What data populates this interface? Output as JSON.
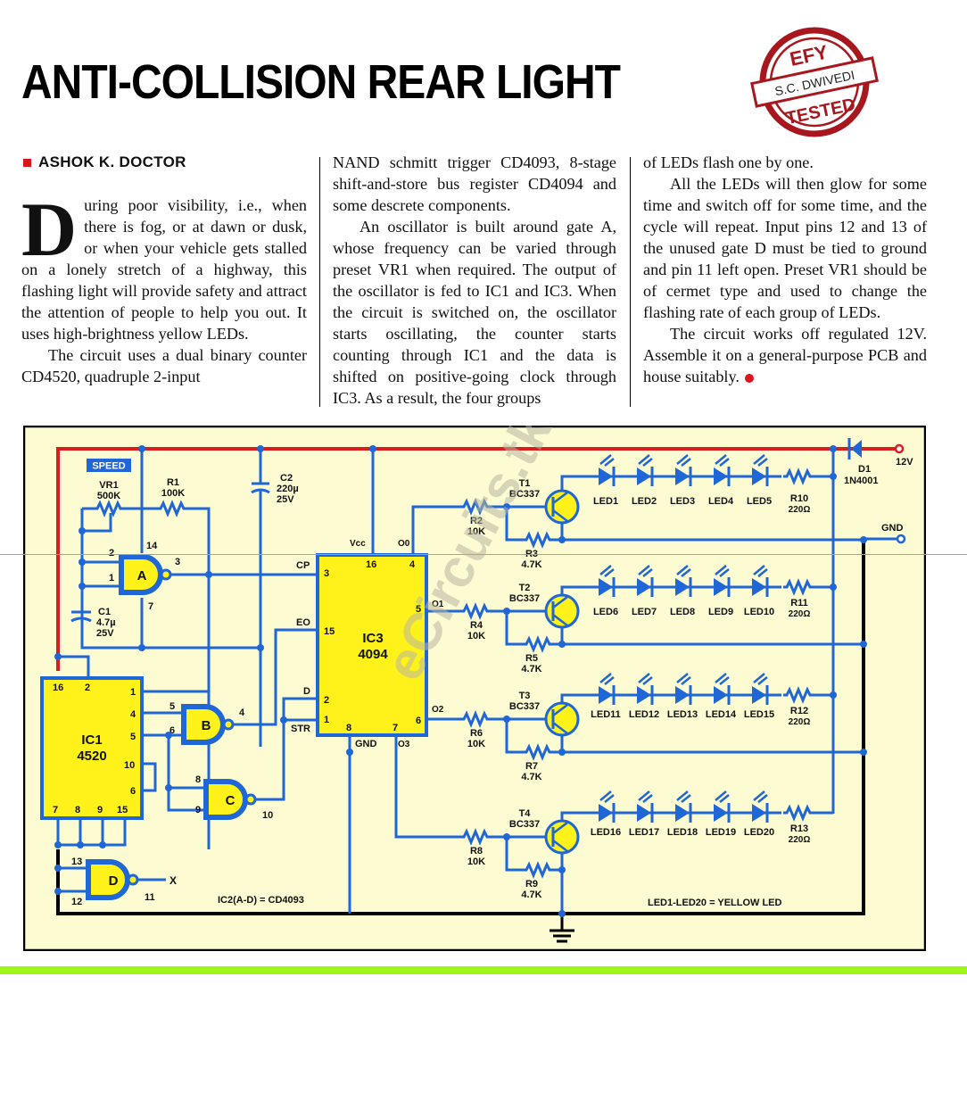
{
  "article": {
    "title": "ANTI-COLLISION REAR LIGHT",
    "author": "ASHOK K. DOCTOR",
    "stamp": {
      "top": "EFY",
      "middle": "S.C. DWIVEDI",
      "bottom": "TESTED"
    },
    "dropcap": "D",
    "col1": {
      "p1": "uring poor visibility, i.e., when there is fog, or at dawn or dusk, or when your vehicle gets stalled on a lonely stretch of a highway, this flashing light will provide safety and attract the attention of people to help you out. It uses high-brightness yellow LEDs.",
      "p2": "The circuit uses a dual binary counter CD4520, quadruple 2-input"
    },
    "col2": {
      "p1": "NAND schmitt trigger CD4093, 8-stage shift-and-store bus register CD4094 and some descrete components.",
      "p2": "An oscillator is built around gate A, whose frequency can be varied through preset VR1 when required. The output of the oscillator is fed to IC1 and IC3. When the circuit is switched on, the oscillator starts oscillating, the counter starts counting through IC1 and the data is shifted on positive-going clock through IC3. As a result, the four groups"
    },
    "col3": {
      "p1": "of LEDs flash one by one.",
      "p2": "All the LEDs will then glow for some time and switch off for some time, and the cycle will repeat. Input pins 12 and 13 of the unused gate D must be tied to ground and pin 11 left open. Preset VR1 should be of cermet type and used to change the flashing rate of each group of LEDs.",
      "p3": "The circuit works off regulated 12V. Assemble it on a general-purpose PCB and house suitably."
    }
  },
  "schematic": {
    "speed_label": "SPEED",
    "vr1": {
      "name": "VR1",
      "value": "500K"
    },
    "r1": {
      "name": "R1",
      "value": "100K"
    },
    "c1": {
      "name": "C1",
      "value": "4.7µ",
      "voltage": "25V"
    },
    "c2": {
      "name": "C2",
      "value": "220µ",
      "voltage": "25V"
    },
    "gates": {
      "a": {
        "name": "A",
        "pins": [
          "2",
          "1",
          "3",
          "14",
          "7"
        ]
      },
      "b": {
        "name": "B",
        "pins": [
          "5",
          "6",
          "4"
        ]
      },
      "c": {
        "name": "C",
        "pins": [
          "8",
          "9",
          "10"
        ]
      },
      "d": {
        "name": "D",
        "pins": [
          "13",
          "12",
          "11"
        ],
        "output": "X"
      }
    },
    "ic1": {
      "name": "IC1",
      "part": "4520",
      "pins": [
        "16",
        "2",
        "1",
        "4",
        "5",
        "10",
        "6",
        "7",
        "8",
        "9",
        "15"
      ]
    },
    "ic3": {
      "name": "IC3",
      "part": "4094",
      "pins": {
        "cp": "3",
        "eo": "15",
        "d": "2",
        "str": "1",
        "vcc": "16",
        "gnd": "8",
        "o0": "4",
        "o1": "5",
        "o2": "6",
        "o3": "7"
      },
      "labels": {
        "cp": "CP",
        "eo": "EO",
        "d": "D",
        "str": "STR",
        "vcc": "Vcc",
        "gnd": "GND",
        "o0": "O0",
        "o1": "O1",
        "o2": "O2",
        "o3": "O3"
      }
    },
    "channels": [
      {
        "t": "T1",
        "tpart": "BC337",
        "rb": "R2",
        "rbv": "10K",
        "rbe": "R3",
        "rbev": "4.7K",
        "rc": "R10",
        "rcv": "220Ω",
        "leds": [
          "LED1",
          "LED2",
          "LED3",
          "LED4",
          "LED5"
        ]
      },
      {
        "t": "T2",
        "tpart": "BC337",
        "rb": "R4",
        "rbv": "10K",
        "rbe": "R5",
        "rbev": "4.7K",
        "rc": "R11",
        "rcv": "220Ω",
        "leds": [
          "LED6",
          "LED7",
          "LED8",
          "LED9",
          "LED10"
        ]
      },
      {
        "t": "T3",
        "tpart": "BC337",
        "rb": "R6",
        "rbv": "10K",
        "rbe": "R7",
        "rbev": "4.7K",
        "rc": "R12",
        "rcv": "220Ω",
        "leds": [
          "LED11",
          "LED12",
          "LED13",
          "LED14",
          "LED15"
        ]
      },
      {
        "t": "T4",
        "tpart": "BC337",
        "rb": "R8",
        "rbv": "10K",
        "rbe": "R9",
        "rbev": "4.7K",
        "rc": "R13",
        "rcv": "220Ω",
        "leds": [
          "LED16",
          "LED17",
          "LED18",
          "LED19",
          "LED20"
        ]
      }
    ],
    "d1": {
      "name": "D1",
      "part": "1N4001"
    },
    "supply": "12V",
    "gnd": "GND",
    "note_ic2": "IC2(A-D) = CD4093",
    "note_leds": "LED1-LED20 = YELLOW LED",
    "watermark": "eCircuits.tk"
  },
  "colors": {
    "wire": "#1f66d6",
    "supply_rail": "#d81e1e",
    "ground_rail": "#000000",
    "ic_fill": "#fff21a",
    "panel_bg": "#fdfbd2",
    "accent_green": "#9ef51a",
    "accent_red": "#d9161c"
  }
}
